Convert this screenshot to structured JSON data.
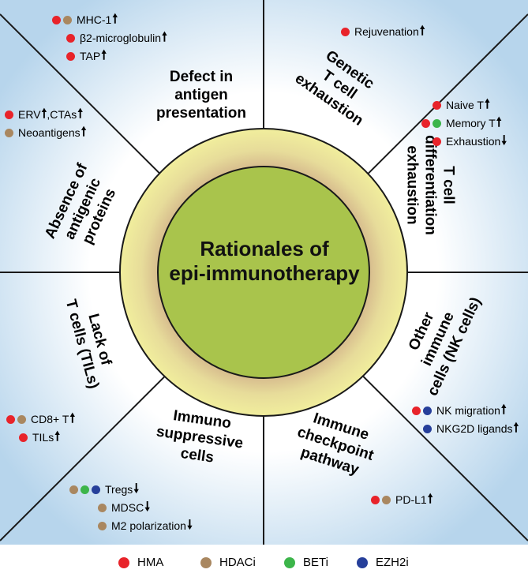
{
  "center": {
    "line1": "Rationales of",
    "line2": "epi-immunotherapy"
  },
  "sectors": {
    "antigen_presentation": {
      "title": [
        "Defect in",
        "antigen",
        "presentation"
      ],
      "items": [
        {
          "label": "MHC-1",
          "arrow": "up",
          "markers": [
            "HMA",
            "HDACi"
          ]
        },
        {
          "label": "β2-microglobulin",
          "arrow": "up",
          "markers": [
            "HMA"
          ]
        },
        {
          "label": "TAP",
          "arrow": "up",
          "markers": [
            "HMA"
          ]
        }
      ]
    },
    "genetic_exhaustion": {
      "title": [
        "Genetic",
        "T cell",
        "exhaustion"
      ],
      "items": [
        {
          "label": "Rejuvenation",
          "arrow": "up",
          "markers": [
            "HMA"
          ]
        }
      ]
    },
    "differentiation": {
      "title": [
        "T cell",
        "differentiation",
        "exhaustion"
      ],
      "items": [
        {
          "label": "Naive T",
          "arrow": "up",
          "markers": [
            "HMA"
          ]
        },
        {
          "label": "Memory T",
          "arrow": "up",
          "markers": [
            "HMA",
            "BETi"
          ]
        },
        {
          "label": "Exhaustion",
          "arrow": "down",
          "markers": [
            "HMA"
          ]
        }
      ]
    },
    "antigenic_proteins": {
      "title": [
        "Absence of",
        "antigenic",
        "proteins"
      ],
      "items": [
        {
          "label": "ERV",
          "arrow": "up",
          "label2": ",CTAs",
          "arrow2": "up",
          "markers": [
            "HMA"
          ]
        },
        {
          "label": "Neoantigens",
          "arrow": "up",
          "markers": [
            "HDACi"
          ]
        }
      ]
    },
    "other_immune": {
      "title": [
        "Other",
        "immune",
        "cells (NK cells)"
      ],
      "items": [
        {
          "label": "NK migration",
          "arrow": "up",
          "markers": [
            "HMA",
            "EZH2i"
          ]
        },
        {
          "label": "NKG2D ligands",
          "arrow": "up",
          "markers": [
            "EZH2i"
          ]
        }
      ]
    },
    "lack_tcells": {
      "title": [
        "Lack of",
        "T cells (TILs)"
      ],
      "items": [
        {
          "label": "CD8+ T",
          "arrow": "up",
          "markers": [
            "HMA",
            "HDACi"
          ]
        },
        {
          "label": "TILs",
          "arrow": "up",
          "markers": [
            "HMA"
          ]
        }
      ]
    },
    "immunosuppressive": {
      "title": [
        "Immuno",
        "suppressive",
        "cells"
      ],
      "items": [
        {
          "label": "Tregs",
          "arrow": "down",
          "markers": [
            "HDACi",
            "BETi",
            "EZH2i"
          ]
        },
        {
          "label": "MDSC",
          "arrow": "down",
          "markers": [
            "HDACi"
          ]
        },
        {
          "label": "M2 polarization",
          "arrow": "down",
          "markers": [
            "HDACi"
          ]
        }
      ]
    },
    "checkpoint": {
      "title": [
        "Immune",
        "checkpoint",
        "pathway"
      ],
      "items": [
        {
          "label": "PD-L1",
          "arrow": "up",
          "markers": [
            "HMA",
            "HDACi"
          ]
        }
      ]
    }
  },
  "legend": [
    {
      "label": "HMA",
      "color": "#e8232a"
    },
    {
      "label": "HDACi",
      "color": "#a98760"
    },
    {
      "label": "BETi",
      "color": "#3cb54a"
    },
    {
      "label": "EZH2i",
      "color": "#263f9a"
    }
  ],
  "arrow_glyphs": {
    "up": "🠕",
    "down": "🠗"
  }
}
